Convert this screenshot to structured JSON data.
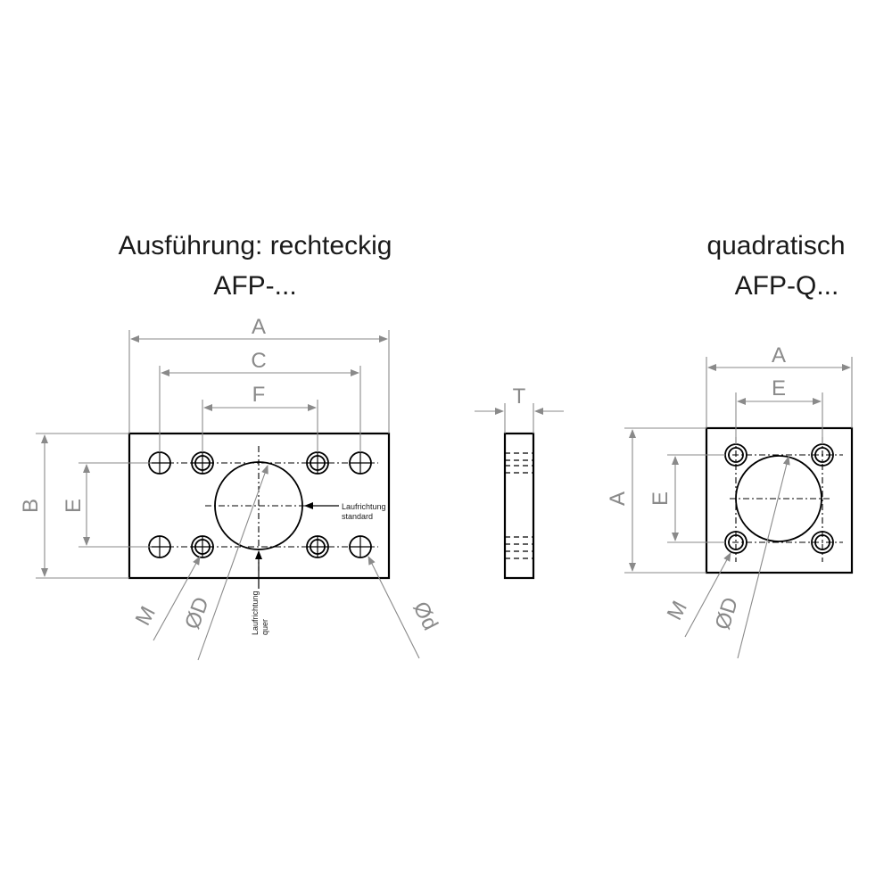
{
  "left": {
    "title_line1": "Ausführung: rechteckig",
    "title_line2": "AFP-...",
    "dims": {
      "A": "A",
      "C": "C",
      "F": "F",
      "B": "B",
      "E": "E",
      "M": "M",
      "D": "ØD",
      "d": "Ød"
    },
    "run_direction_standard_1": "Laufrichtung",
    "run_direction_standard_2": "standard",
    "run_direction_cross_1": "Laufrichtung",
    "run_direction_cross_2": "quer"
  },
  "middle": {
    "dims": {
      "T": "T"
    }
  },
  "right": {
    "title_line1": "quadratisch",
    "title_line2": "AFP-Q...",
    "dims": {
      "A_top": "A",
      "E_top": "E",
      "A_side": "A",
      "E_side": "E",
      "M": "M",
      "D": "ØD"
    }
  },
  "colors": {
    "outline": "#000000",
    "dimension": "#8a8a8a"
  }
}
